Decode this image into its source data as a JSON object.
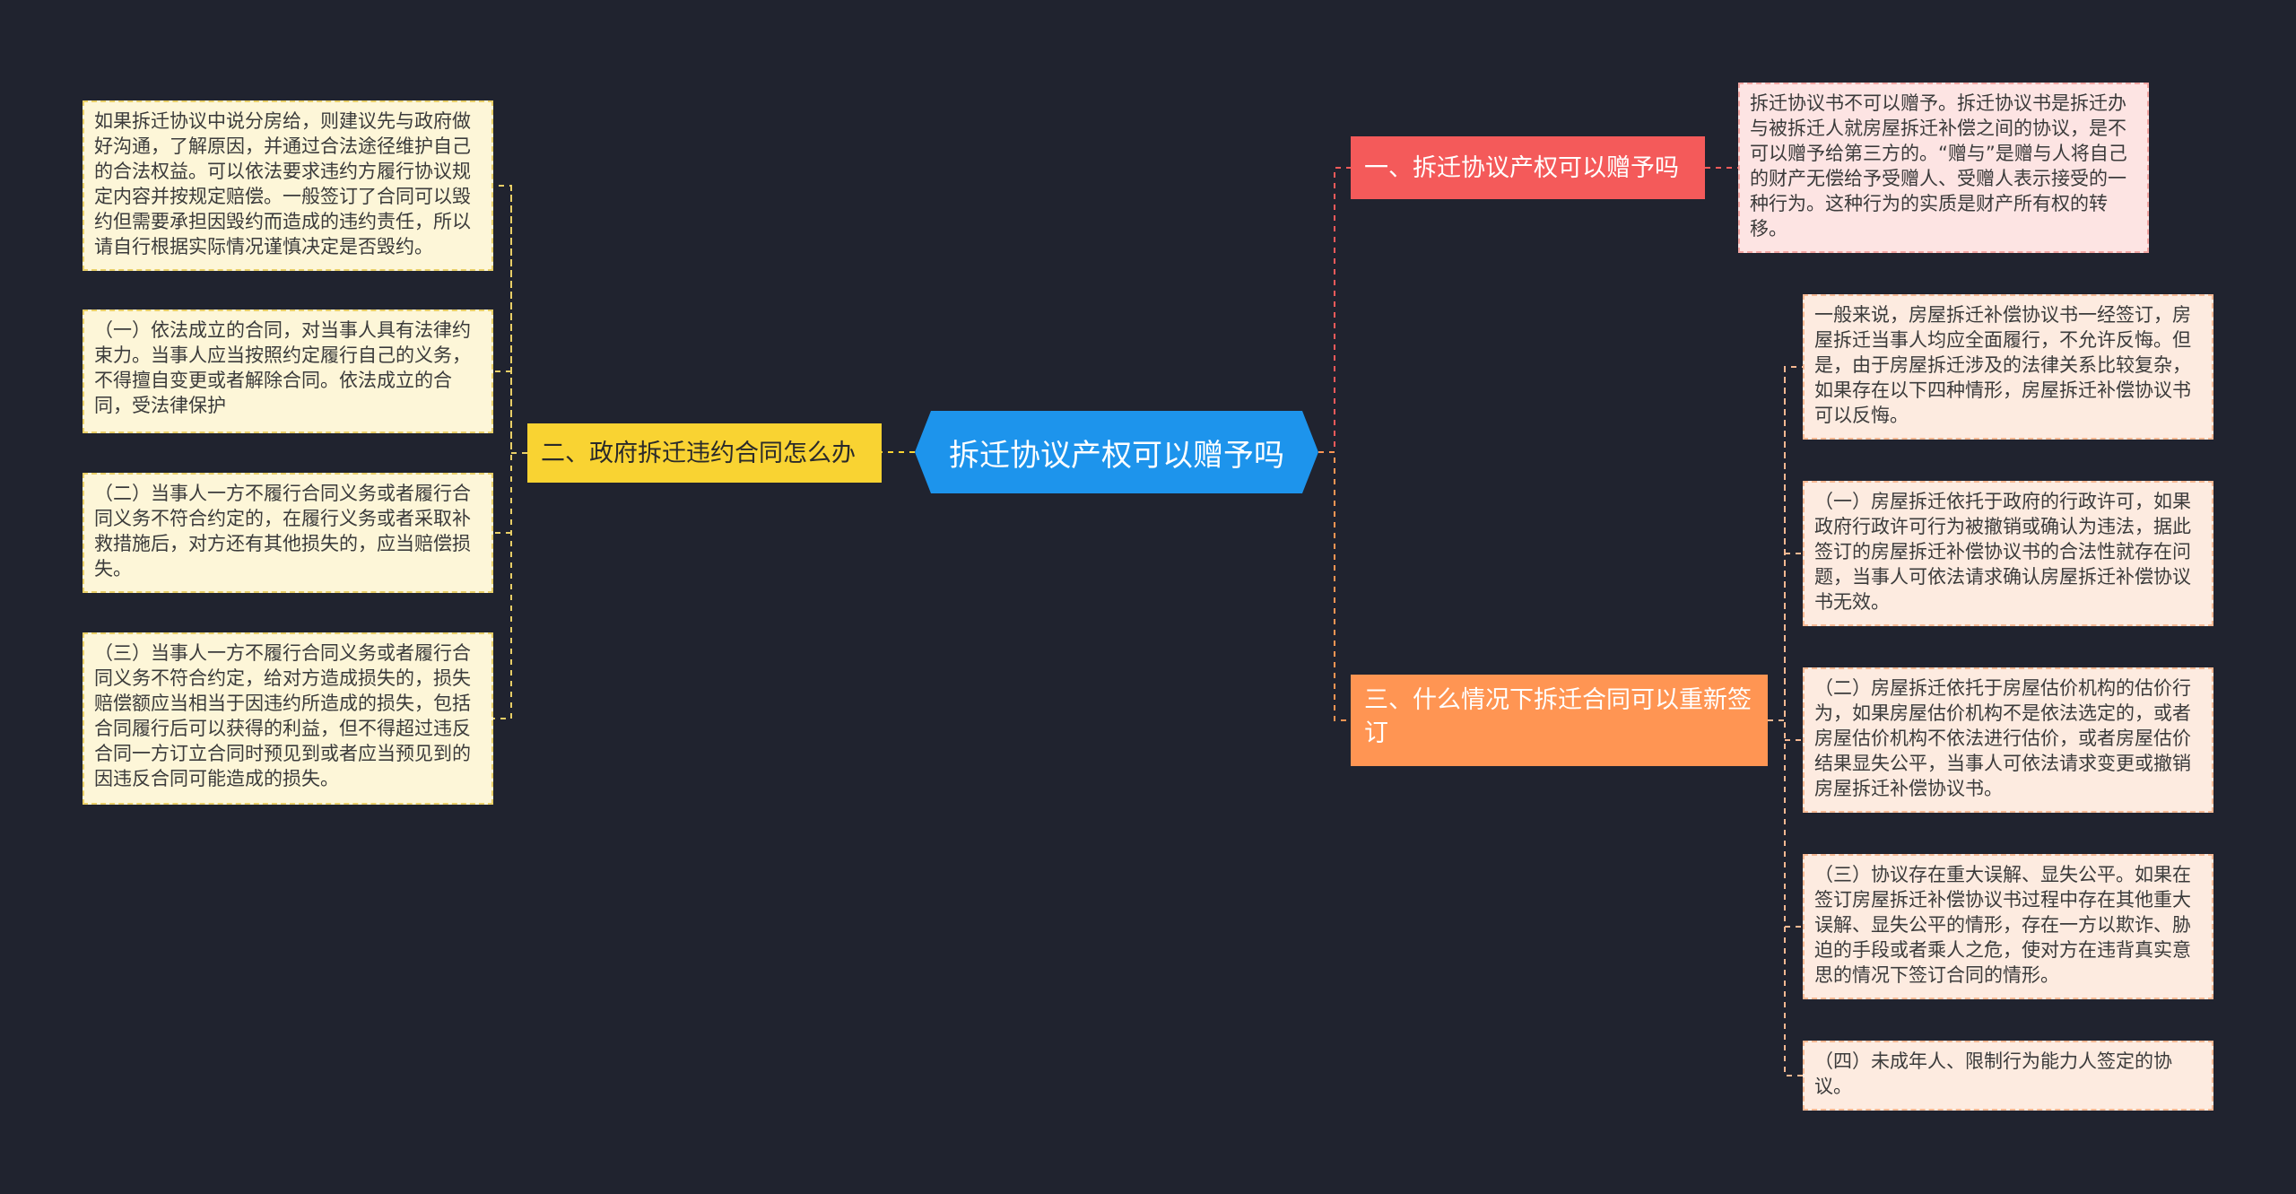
{
  "center": "拆迁协议产权可以赠予吗",
  "branches": {
    "b1": "一、拆迁协议产权可以赠予吗",
    "b2": "二、政府拆迁违约合同怎么办",
    "b3": "三、什么情况下拆迁合同可以重新签订"
  },
  "leaves": {
    "b1": [
      "拆迁协议书不可以赠予。拆迁协议书是拆迁办与被拆迁人就房屋拆迁补偿之间的协议，是不可以赠予给第三方的。“赠与”是赠与人将自己的财产无偿给予受赠人、受赠人表示接受的一种行为。这种行为的实质是财产所有权的转移。"
    ],
    "b2": [
      "如果拆迁协议中说分房给，则建议先与政府做好沟通，了解原因，并通过合法途径维护自己的合法权益。可以依法要求违约方履行协议规定内容并按规定赔偿。一般签订了合同可以毁约但需要承担因毁约而造成的违约责任，所以请自行根据实际情况谨慎决定是否毁约。",
      "（一）依法成立的合同，对当事人具有法律约束力。当事人应当按照约定履行自己的义务，不得擅自变更或者解除合同。依法成立的合同，受法律保护",
      "（二）当事人一方不履行合同义务或者履行合同义务不符合约定的，在履行义务或者采取补救措施后，对方还有其他损失的，应当赔偿损失。",
      "（三）当事人一方不履行合同义务或者履行合同义务不符合约定，给对方造成损失的，损失赔偿额应当相当于因违约所造成的损失，包括合同履行后可以获得的利益，但不得超过违反合同一方订立合同时预见到或者应当预见到的因违反合同可能造成的损失。"
    ],
    "b3": [
      "一般来说，房屋拆迁补偿协议书一经签订，房屋拆迁当事人均应全面履行，不允许反悔。但是，由于房屋拆迁涉及的法律关系比较复杂，如果存在以下四种情形，房屋拆迁补偿协议书可以反悔。",
      "（一）房屋拆迁依托于政府的行政许可，如果政府行政许可行为被撤销或确认为违法，据此签订的房屋拆迁补偿协议书的合法性就存在问题，当事人可依法请求确认房屋拆迁补偿协议书无效。",
      "（二）房屋拆迁依托于房屋估价机构的估价行为，如果房屋估价机构不是依法选定的，或者房屋估价机构不依法进行估价，或者房屋估价结果显失公平，当事人可依法请求变更或撤销房屋拆迁补偿协议书。",
      "（三）协议存在重大误解、显失公平。如果在签订房屋拆迁补偿协议书过程中存在其他重大误解、显失公平的情形，存在一方以欺诈、胁迫的手段或者乘人之危，使对方在违背真实意思的情况下签订合同的情形。",
      "（四）未成年人、限制行为能力人签定的协议。"
    ]
  },
  "colors": {
    "background": "#20232f",
    "center": "#1d94ec",
    "branch1": "#f45a5a",
    "branch2": "#f9d332",
    "branch3": "#ff9553"
  }
}
